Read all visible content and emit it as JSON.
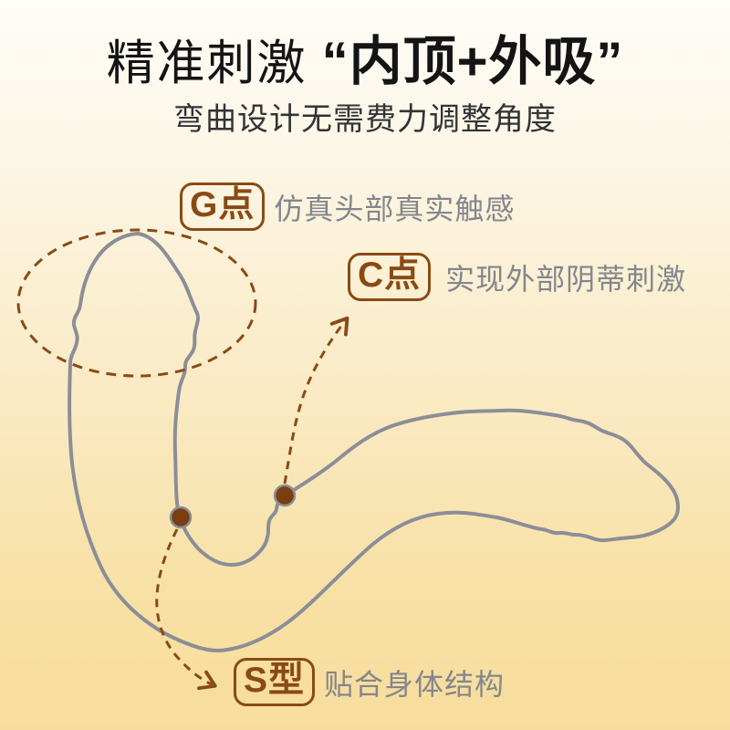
{
  "title": {
    "regular": "精准刺激",
    "bold": "“内顶+外吸”"
  },
  "subtitle": "弯曲设计无需费力调整角度",
  "callouts": [
    {
      "id": "g-spot",
      "tag": "G点",
      "desc": "仿真头部真实触感"
    },
    {
      "id": "c-spot",
      "tag": "C点",
      "desc": "实现外部阴蒂刺激"
    },
    {
      "id": "s-shape",
      "tag": "S型",
      "desc": "贴合身体结构"
    }
  ],
  "colors": {
    "accent_brown": "#8a4a15",
    "dot_brown": "#7b3e0e",
    "outline_gray": "#8b8e97",
    "desc_text_gray": "#83868c",
    "title_ink": "#141414",
    "background_top": "#fefdf8",
    "background_bottom": "#f7dd9d"
  }
}
